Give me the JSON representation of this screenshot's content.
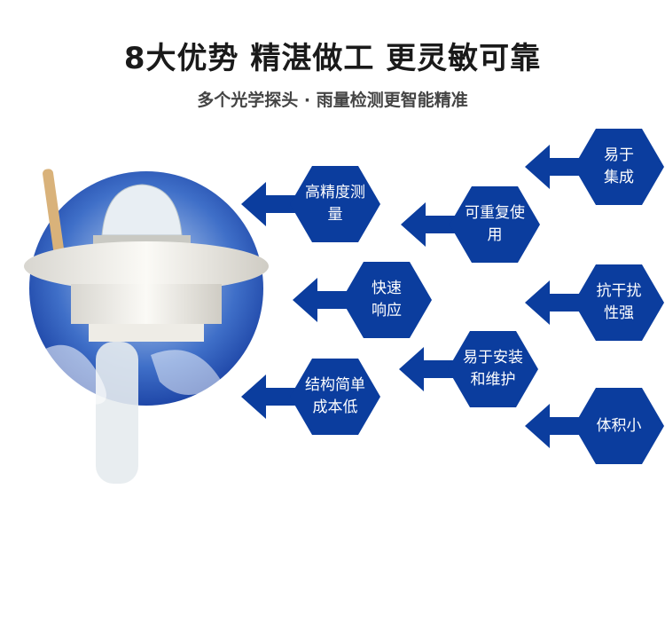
{
  "title": "8大优势 精湛做工 更灵敏可靠",
  "subtitle": "多个光学探头 · 雨量检测更智能精准",
  "accent_color": "#0b3d9e",
  "features": [
    {
      "label": "高精度测量"
    },
    {
      "label": "可重复使用"
    },
    {
      "label": "易于集成"
    },
    {
      "label": "快速响应"
    },
    {
      "label": "抗干扰性强"
    },
    {
      "label": "易于安装和维护"
    },
    {
      "label": "结构简单成本低"
    },
    {
      "label": "体积小"
    }
  ]
}
